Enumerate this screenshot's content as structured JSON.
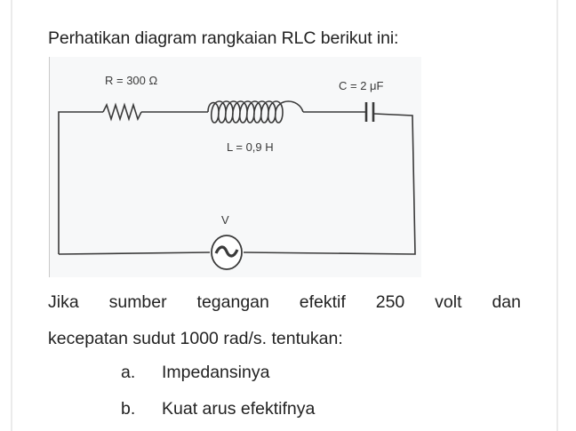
{
  "intro": {
    "text": "Perhatikan diagram rangkaian RLC berikut ini:"
  },
  "diagram": {
    "resistor_label": "R = 300 Ω",
    "inductor_label": "L = 0,9 H",
    "capacitor_label": "C = 2 μF",
    "source_label": "V",
    "icons": {
      "resistor": "zigzag-resistor-symbol",
      "inductor": "coil-inductor-symbol",
      "capacitor": "parallel-plate-capacitor-symbol",
      "source": "ac-source-symbol"
    },
    "line_color": "#3a3a3a",
    "background_color": "#f7f8f9"
  },
  "question": {
    "line1_words": [
      "Jika",
      "sumber",
      "tegangan",
      "efektif",
      "250",
      "volt",
      "dan"
    ],
    "line2": "kecepatan sudut 1000 rad/s.  tentukan:"
  },
  "sub_questions": [
    {
      "letter": "a.",
      "text": "Impedansinya"
    },
    {
      "letter": "b.",
      "text": "Kuat arus efektifnya"
    }
  ]
}
